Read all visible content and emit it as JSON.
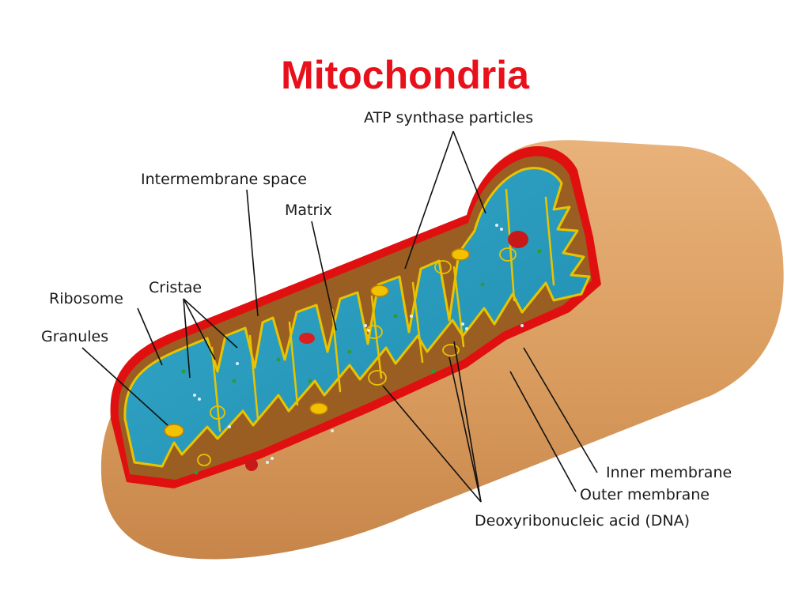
{
  "title": "Mitochondria",
  "labels": {
    "atp": "ATP synthase particles",
    "intermembrane": "Intermembrane space",
    "matrix": "Matrix",
    "ribosome": "Ribosome",
    "cristae": "Cristae",
    "granules": "Granules",
    "inner_membrane": "Inner membrane",
    "outer_membrane": "Outer membrane",
    "dna": "Deoxyribonucleic acid (DNA)"
  },
  "colors": {
    "title": "#e8101a",
    "outer_shell": "#d9a064",
    "membrane": "#e01010",
    "matrix": "#2b9fbf",
    "cristae_outline": "#e8c400",
    "intermembrane": "#9a5e22"
  }
}
